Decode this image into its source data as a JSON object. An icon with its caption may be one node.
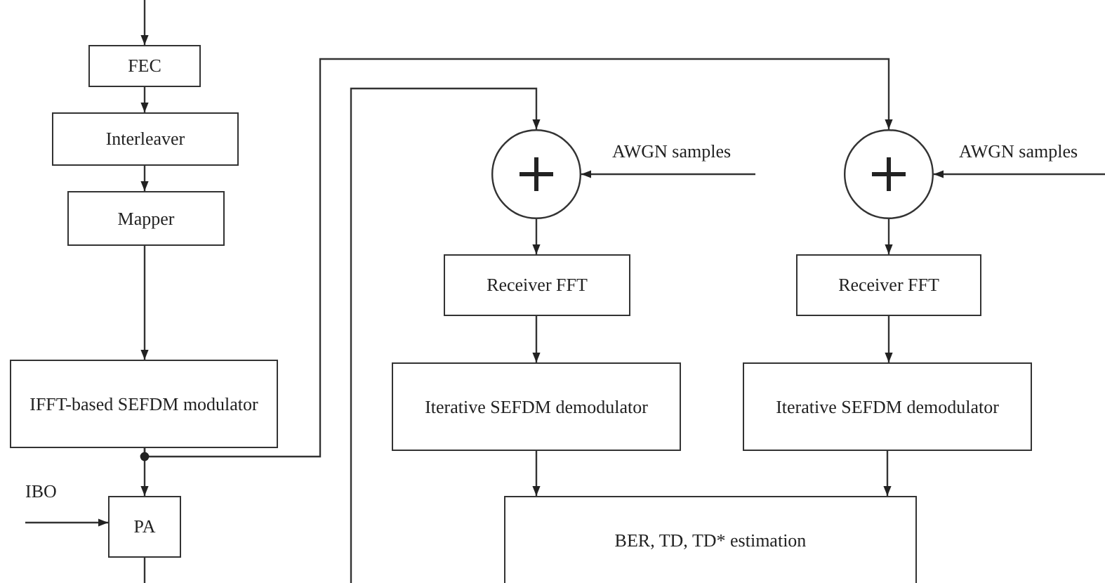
{
  "diagram": {
    "nodes": [
      {
        "text": [
          "FEC"
        ]
      },
      {
        "text": [
          "Interleaver"
        ]
      },
      {
        "text": [],
        "shape": "circle"
      },
      {
        "text": [
          "AWGN samples"
        ]
      },
      {
        "text": [],
        "shape": "circle"
      },
      {
        "text": [
          "AWGN samples"
        ]
      },
      {
        "text": [
          "Mapper"
        ]
      },
      {
        "text": [
          "Receiver FFT"
        ]
      },
      {
        "text": [
          "Receiver FFT"
        ]
      },
      {
        "text": [
          "IFFT-based SEFDM modulator"
        ]
      },
      {
        "text": [
          "Iterative SEFDM demodulator"
        ]
      },
      {
        "text": [
          "Iterative SEFDM demodulator"
        ]
      },
      {
        "text": [
          "IBO"
        ]
      },
      {
        "text": [
          "PA"
        ]
      },
      {
        "text": [
          "BER, TD, TD* estimation"
        ]
      }
    ],
    "edges": [
      {
        "from": null,
        "to": 0,
        "arrow": "to"
      },
      {
        "from": 0,
        "to": 1,
        "arrow": "to"
      },
      {
        "from": 1,
        "to": 6,
        "arrow": "to"
      },
      {
        "from": 6,
        "to": 9,
        "arrow": "to"
      },
      {
        "from": 9,
        "to": 13,
        "arrow": "to"
      },
      {
        "from": 9,
        "to": 4,
        "arrow": "to"
      },
      {
        "from": null,
        "to": 2,
        "arrow": "to"
      },
      {
        "from": 3,
        "to": 2,
        "arrow": "to"
      },
      {
        "from": 5,
        "to": 4,
        "arrow": "to"
      },
      {
        "from": 2,
        "to": 7,
        "arrow": "to"
      },
      {
        "from": 4,
        "to": 8,
        "arrow": "to"
      },
      {
        "from": 7,
        "to": 10,
        "arrow": "to"
      },
      {
        "from": 8,
        "to": 11,
        "arrow": "to"
      },
      {
        "from": 10,
        "to": 14,
        "arrow": "to"
      },
      {
        "from": 11,
        "to": 14,
        "arrow": "to"
      },
      {
        "from": 12,
        "to": 13,
        "arrow": "to"
      },
      {
        "from": 13,
        "to": null,
        "arrow": "none"
      }
    ]
  }
}
